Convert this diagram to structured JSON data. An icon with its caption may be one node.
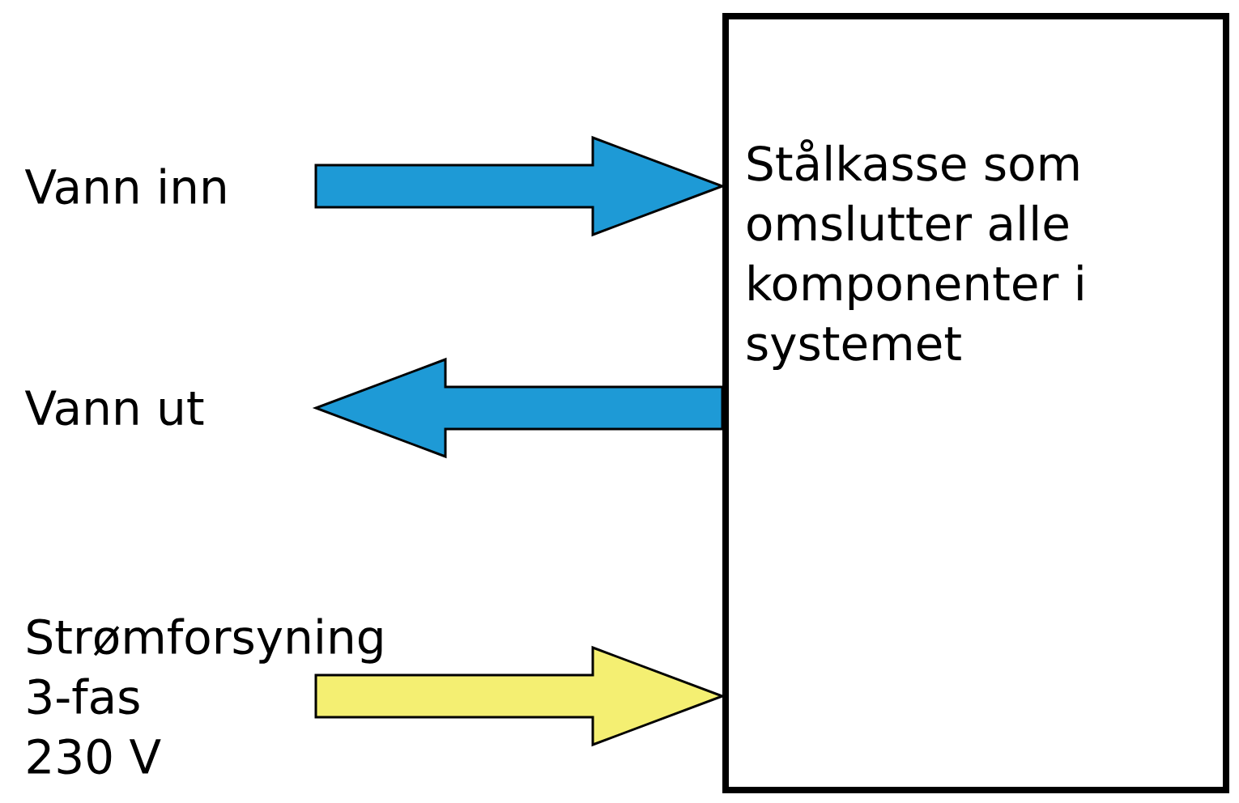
{
  "diagram": {
    "nodes": [
      {
        "text": [
          "Vann inn"
        ]
      },
      {
        "text": [
          "Vann ut"
        ]
      },
      {
        "text": [
          "Strømforsyning 3-fas 230 V"
        ]
      },
      {
        "text": [
          "Stålkasse som omslutter alle komponenter i systemet"
        ]
      }
    ],
    "edges": [
      {
        "from": 0,
        "to": 3,
        "arrow": "to",
        "color": "#1e9ad6"
      },
      {
        "from": 3,
        "to": 1,
        "arrow": "to",
        "color": "#1e9ad6"
      },
      {
        "from": 2,
        "to": 3,
        "arrow": "to",
        "color": "#f4ef72"
      }
    ]
  }
}
